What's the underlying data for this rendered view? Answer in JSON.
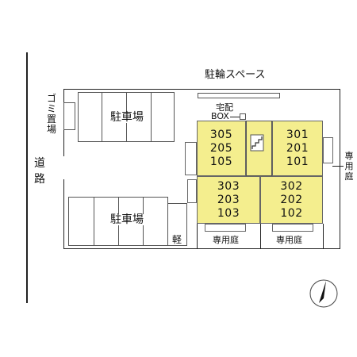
{
  "bicycle_space": {
    "label": "駐輪スペース"
  },
  "delivery_box": {
    "line1": "宅配",
    "line2": "BOX"
  },
  "garbage": {
    "label": "ゴミ置場"
  },
  "road": {
    "label": "道路"
  },
  "parking_top": {
    "label": "駐車場"
  },
  "parking_bottom": {
    "label": "駐車場",
    "kei_label": "軽"
  },
  "unit_left_top": {
    "rooms": [
      "305",
      "205",
      "105"
    ]
  },
  "unit_right_top": {
    "rooms": [
      "301",
      "201",
      "101"
    ]
  },
  "unit_left_bottom": {
    "rooms": [
      "303",
      "203",
      "103"
    ]
  },
  "unit_right_bottom": {
    "rooms": [
      "302",
      "202",
      "102"
    ]
  },
  "private_garden_right": {
    "label": "専用庭"
  },
  "private_garden_bottom_left": {
    "label": "専用庭"
  },
  "private_garden_bottom_right": {
    "label": "専用庭"
  },
  "colors": {
    "unit_fill": "#f4ee8e",
    "line": "#222222"
  },
  "north_icon": "north-arrow-icon"
}
